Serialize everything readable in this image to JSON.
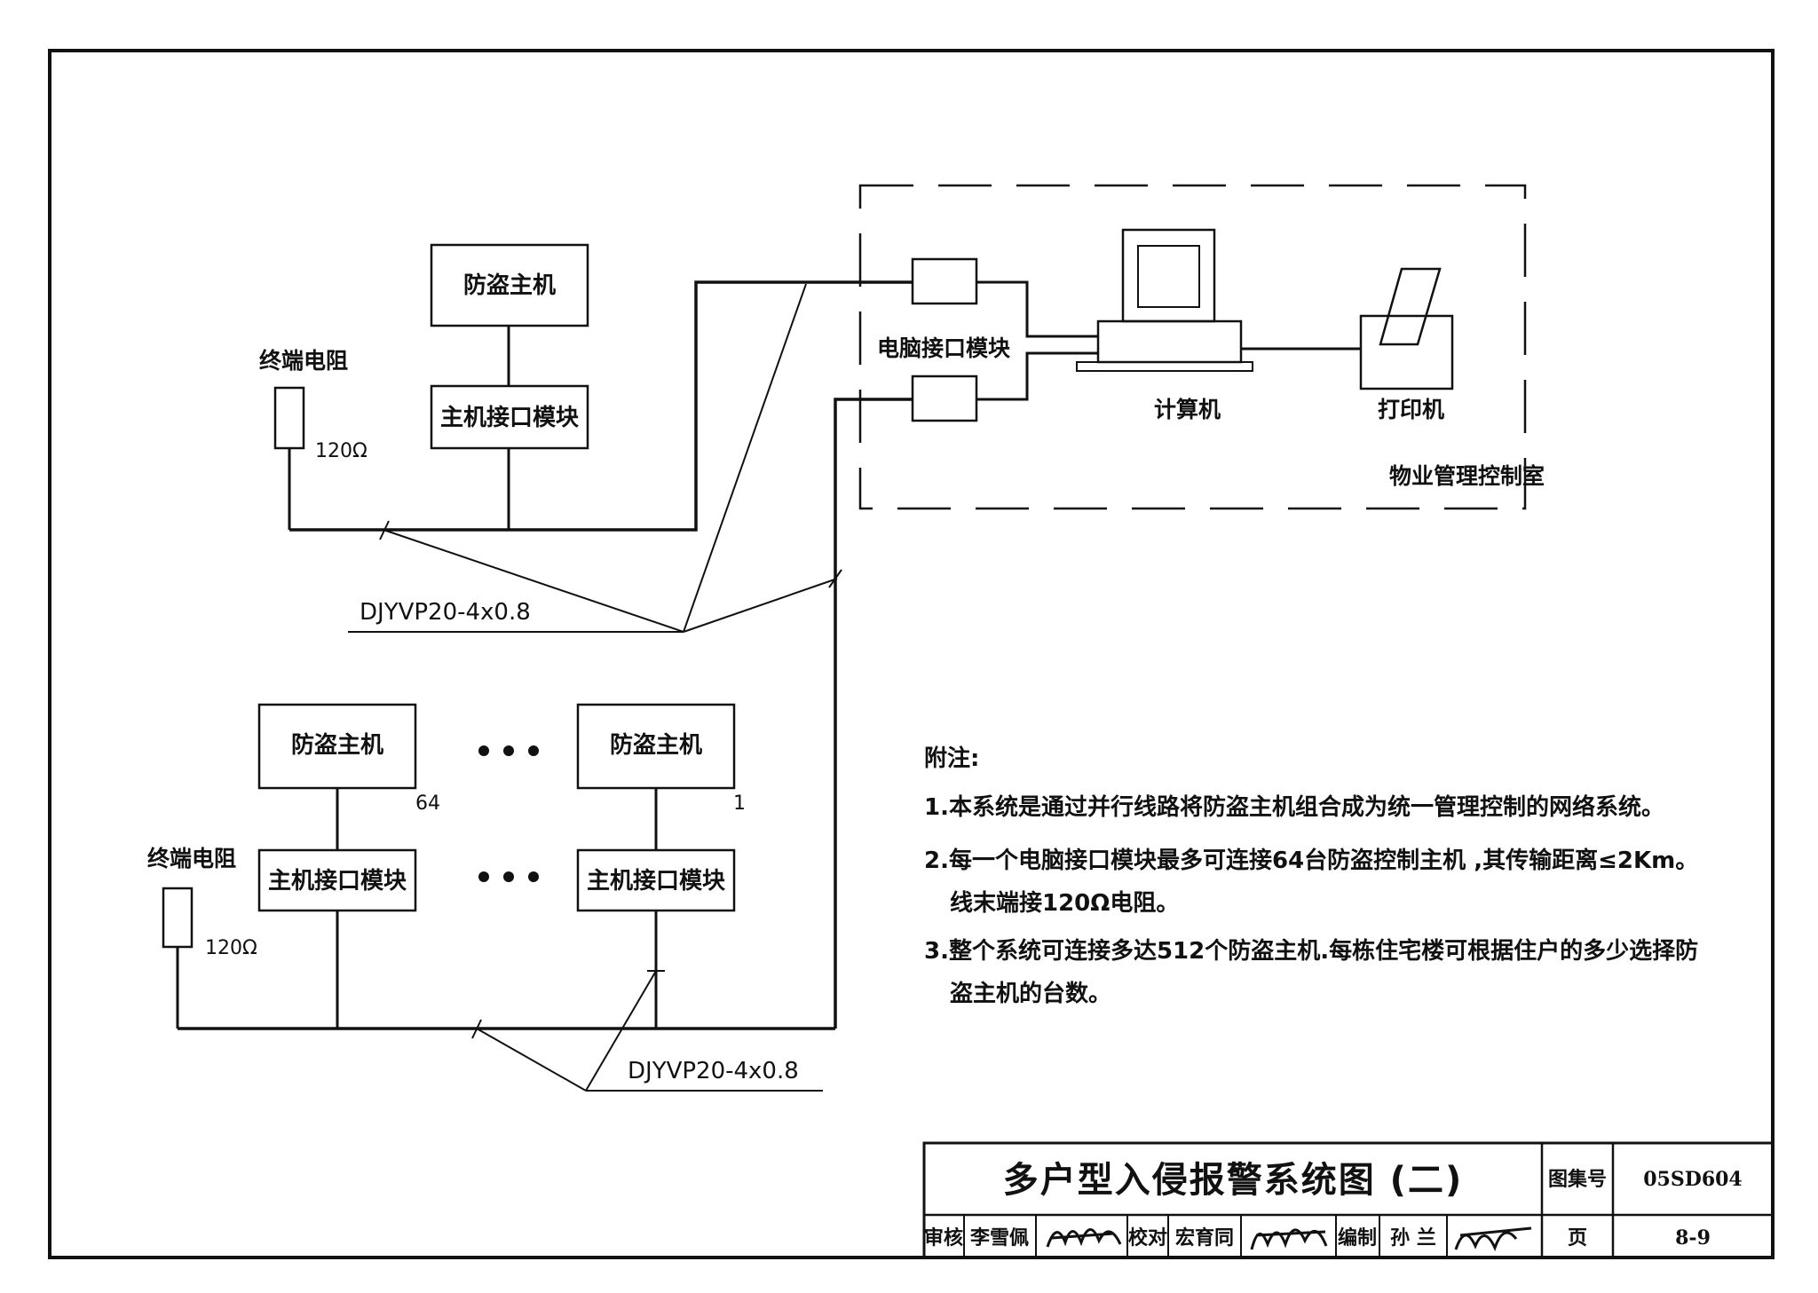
{
  "upper_group": {
    "host_label": "防盗主机",
    "interface_label": "主机接口模块",
    "terminator_label": "终端电阻",
    "resistance": "120Ω"
  },
  "lower_group": {
    "host_label_left": "防盗主机",
    "host_label_right": "防盗主机",
    "interface_label_left": "主机接口模块",
    "interface_label_right": "主机接口模块",
    "index_left": "64",
    "index_right": "1",
    "terminator_label": "终端电阻",
    "resistance": "120Ω"
  },
  "cables": {
    "upper": "DJYVP20-4x0.8",
    "lower": "DJYVP20-4x0.8"
  },
  "control_room": {
    "pc_interface_label": "电脑接口模块",
    "computer_label": "计算机",
    "printer_label": "打印机",
    "room_label": "物业管理控制室"
  },
  "notes": {
    "heading": "附注:",
    "line1": "1.本系统是通过并行线路将防盗主机组合成为统一管理控制的网络系统。",
    "line2": "2.每一个电脑接口模块最多可连接64台防盗控制主机 ,其传输距离≤2Km。",
    "line2b": "线末端接120Ω电阻。",
    "line3": "3.整个系统可连接多达512个防盗主机.每栋住宅楼可根据住户的多少选择防",
    "line3b": "盗主机的台数。"
  },
  "title_block": {
    "title": "多户型入侵报警系统图 (二)",
    "atlas_label": "图集号",
    "atlas_no": "05SD604",
    "page_label": "页",
    "page_no": "8-9",
    "review_label": "审核",
    "review_name": "李雪佩",
    "check_label": "校对",
    "check_name": "宏育同",
    "draw_label": "编制",
    "draw_name": "孙 兰"
  }
}
